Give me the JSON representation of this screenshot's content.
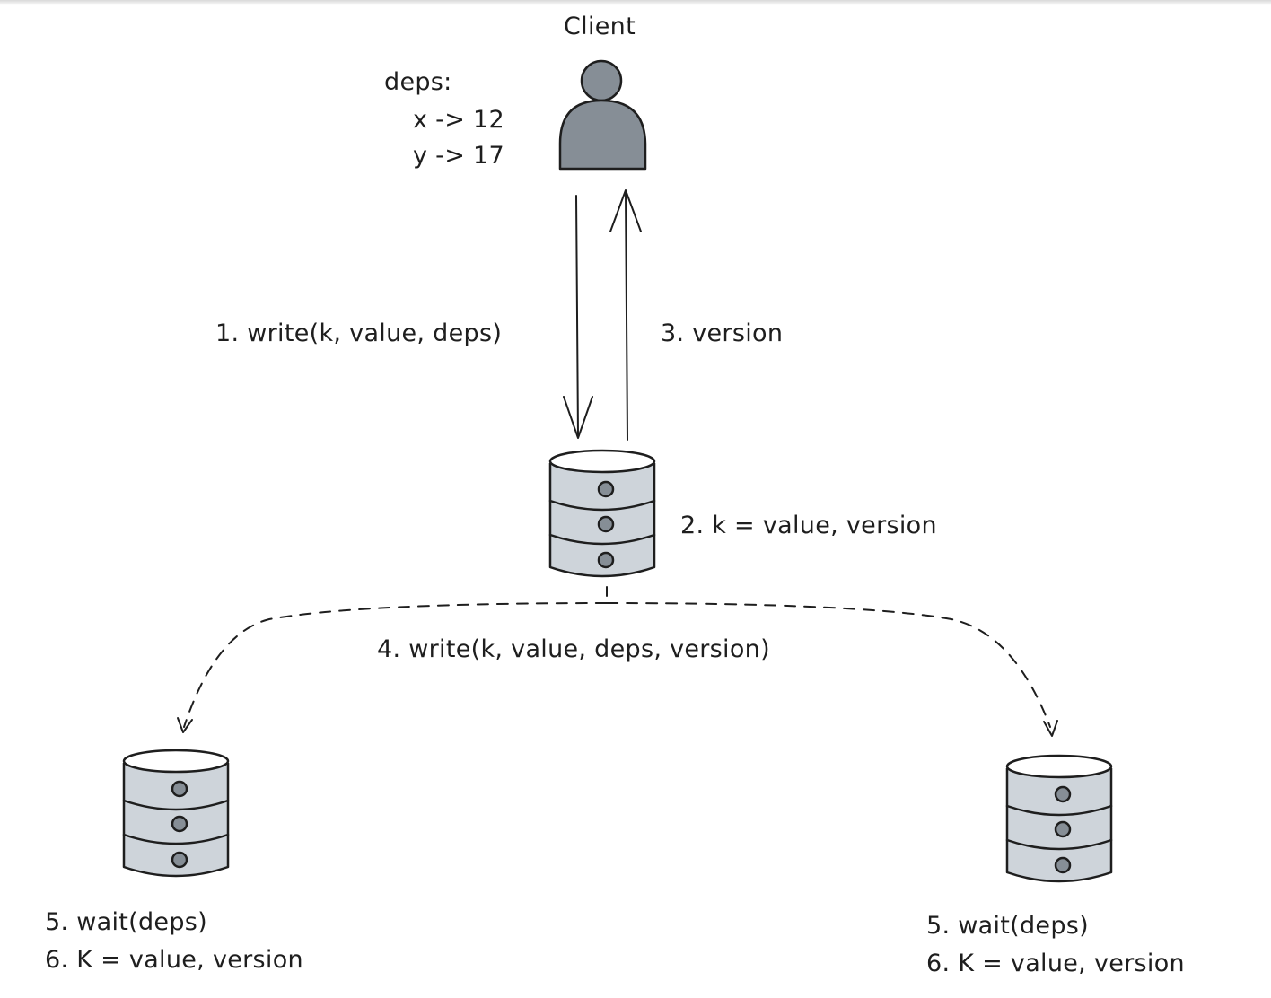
{
  "client": {
    "title": "Client",
    "deps_label": "deps:",
    "deps": [
      "x -> 12",
      "y -> 17"
    ],
    "icon": "person-icon"
  },
  "steps": {
    "write": "1. write(k, value, deps)",
    "store": "2. k = value, version",
    "version": "3. version",
    "replicate": "4. write(k, value, deps, version)"
  },
  "replicas": [
    {
      "wait": "5. wait(deps)",
      "apply": "6. K = value, version"
    },
    {
      "wait": "5. wait(deps)",
      "apply": "6. K = value, version"
    }
  ],
  "colors": {
    "stroke": "#1e1e1e",
    "database_fill": "#ced4da",
    "database_top": "#ffffff",
    "person_fill": "#868e96",
    "knob_fill": "#868e96"
  },
  "icons": {
    "primary_database": "database-icon",
    "replica_database": "database-icon"
  }
}
